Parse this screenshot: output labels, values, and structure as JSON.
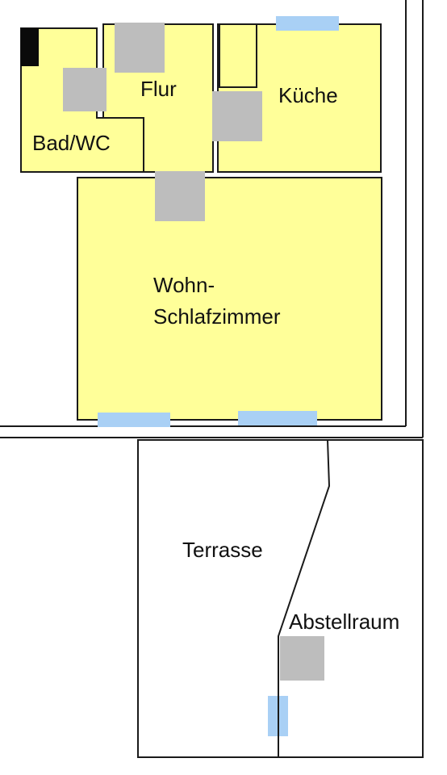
{
  "colors": {
    "room_fill": "#ffff99",
    "wall": "#1a1a1a",
    "door": "#bdbdbd",
    "window": "#a9d0f5",
    "shower": "#0a0a0a",
    "background": "#ffffff"
  },
  "rooms": {
    "bad_wc": {
      "label": "Bad/WC"
    },
    "flur": {
      "label": "Flur"
    },
    "kueche": {
      "label": "Küche"
    },
    "wohn_schlafzimmer": {
      "label_line1": "Wohn-",
      "label_line2": "Schlafzimmer"
    },
    "terrasse": {
      "label": "Terrasse"
    },
    "abstellraum": {
      "label": "Abstellraum"
    }
  }
}
